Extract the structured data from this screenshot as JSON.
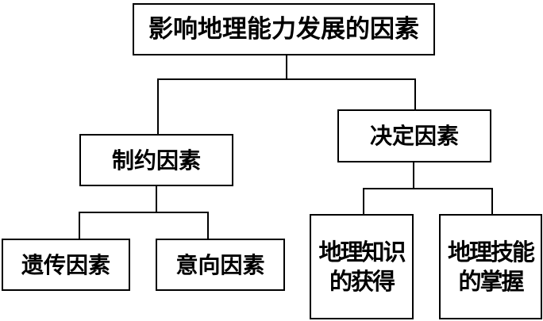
{
  "root": {
    "label": "影响地理能力发展的因素"
  },
  "branches": [
    {
      "label": "制约因素",
      "children": [
        {
          "label": "遗传因素"
        },
        {
          "label": "意向因素"
        }
      ]
    },
    {
      "label": "决定因素",
      "children": [
        {
          "label": "地理知识的获得",
          "lines": [
            "地理知识",
            "的获得"
          ]
        },
        {
          "label": "地理技能的掌握",
          "lines": [
            "地理技能",
            "的掌握"
          ]
        }
      ]
    }
  ]
}
